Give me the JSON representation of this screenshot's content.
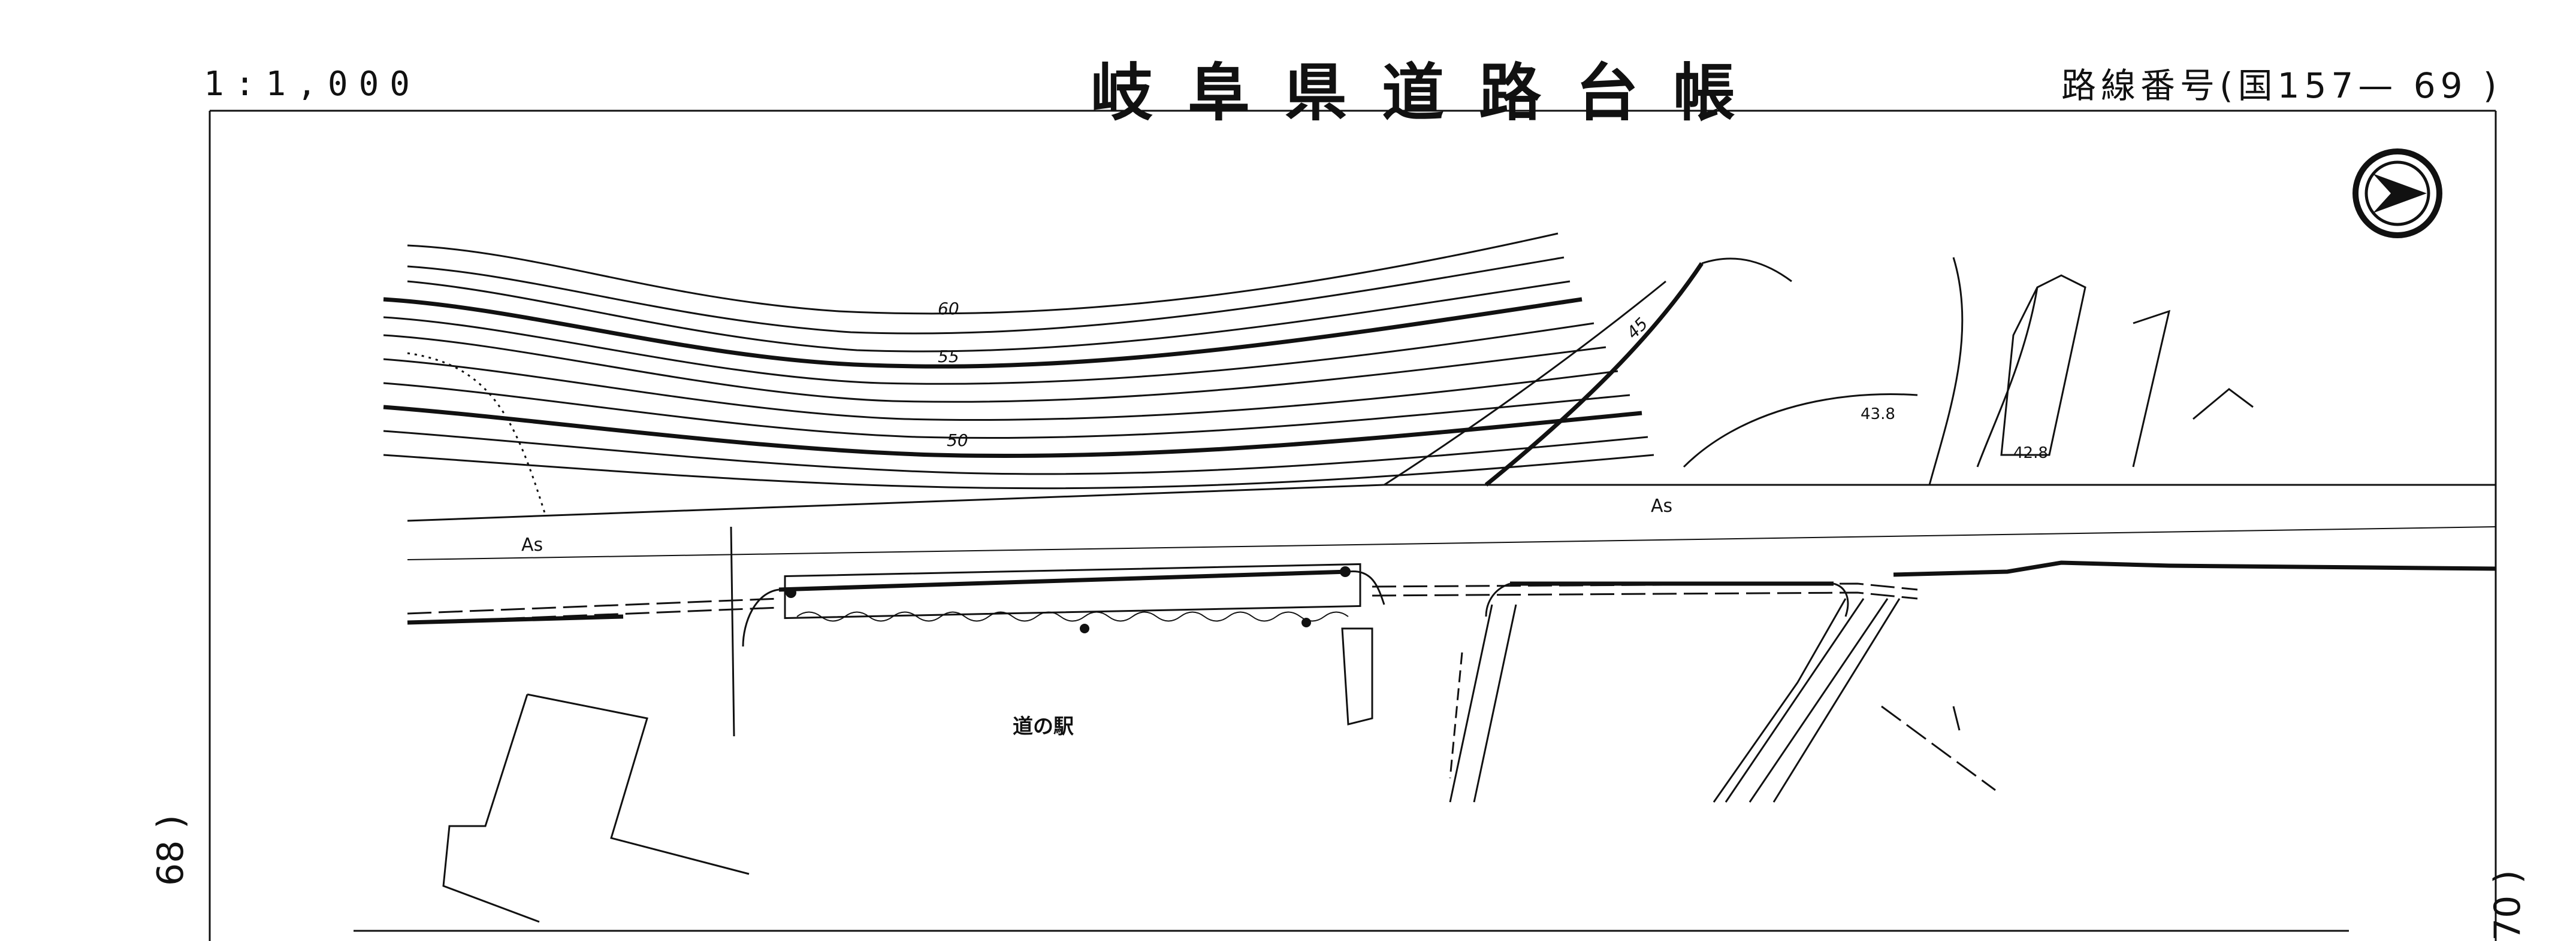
{
  "header": {
    "scale": "1:1,000",
    "title": "岐阜県道路台帳",
    "route": "路線番号(国157— 69 )"
  },
  "sheet_refs": {
    "previous": "68 )",
    "next": "70 )"
  },
  "map": {
    "contour_labels": [
      "60",
      "55",
      "50",
      "45"
    ],
    "elevations": [
      "43.8",
      "42.8"
    ],
    "pavement_labels": [
      "As",
      "As"
    ],
    "facility_label": "道の駅",
    "north_arrow_icon": "north-arrow-icon"
  }
}
